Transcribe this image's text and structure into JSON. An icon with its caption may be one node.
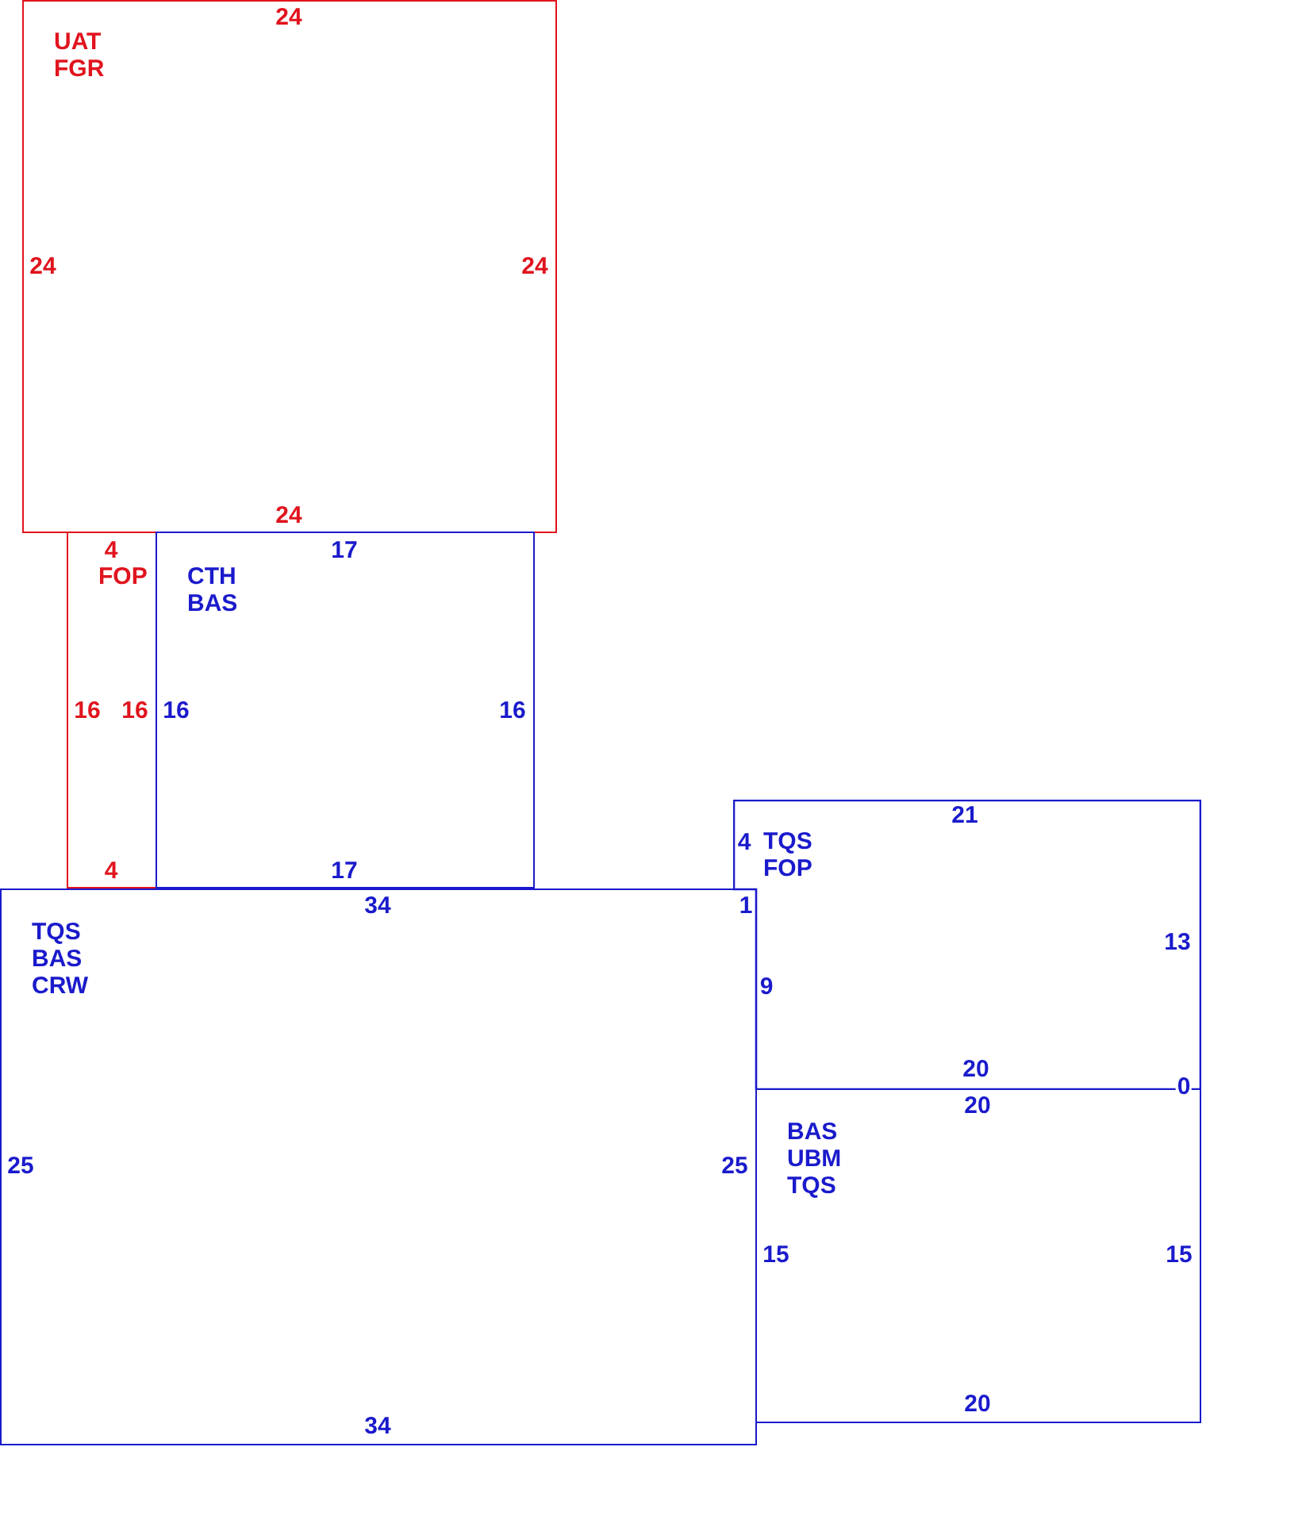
{
  "diagram": {
    "nodes": [
      {
        "text": [
          "24",
          "UAT FGR",
          "24",
          "24",
          "24"
        ]
      },
      {
        "text": [
          "4",
          "FOP",
          "16",
          "16",
          "4"
        ]
      },
      {
        "text": [
          "17",
          "CTH BAS",
          "16",
          "16",
          "17"
        ]
      },
      {
        "text": [
          "34",
          "1",
          "TQS BAS CRW",
          "25",
          "25",
          "34"
        ]
      },
      {
        "text": [
          "21",
          "4",
          "TQS FOP",
          "9",
          "13",
          "20",
          "0"
        ]
      },
      {
        "text": [
          "20",
          "BAS UBM TQS",
          "15",
          "15",
          "20"
        ]
      }
    ]
  }
}
